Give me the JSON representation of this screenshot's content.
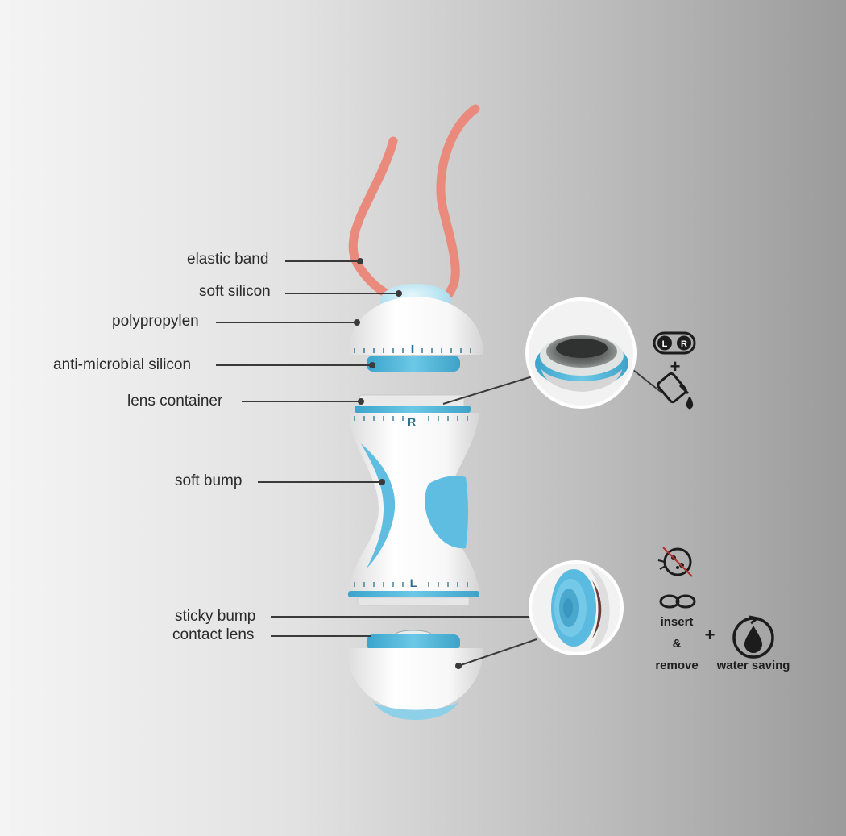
{
  "labels": {
    "elastic_band": "elastic band",
    "soft_silicon": "soft silicon",
    "polypropylen": "polypropylen",
    "anti_microbial_silicon": "anti-microbial silicon",
    "lens_container": "lens container",
    "soft_bump": "soft bump",
    "sticky_bump": "sticky bump",
    "contact_lens": "contact lens"
  },
  "body_marks": {
    "top_letter": "R",
    "bottom_letter": "L"
  },
  "icons": {
    "lens_case_letters": [
      "L",
      "R"
    ],
    "plus": "+",
    "insert": "insert",
    "ampersand": "&",
    "remove": "remove",
    "water_saving": "water saving"
  },
  "colors": {
    "band": "#ea8a7c",
    "blue": "#4fb4d8",
    "white_body": "#ffffff",
    "text": "#2a2a2a"
  }
}
